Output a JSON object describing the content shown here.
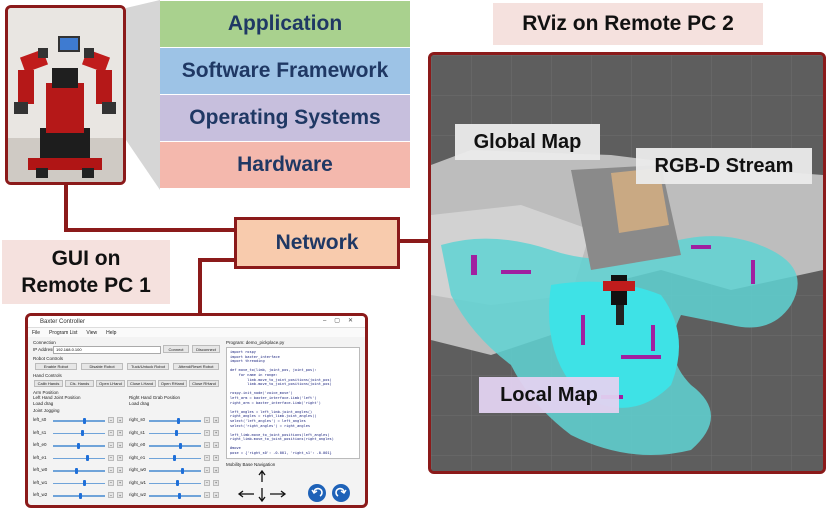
{
  "layers": [
    "Application",
    "Software Framework",
    "Operating Systems",
    "Hardware"
  ],
  "network_label": "Network",
  "gui_label": "GUI on\nRemote PC 1",
  "rviz_label": "RViz on Remote PC 2",
  "rviz_overlays": {
    "global_map": "Global Map",
    "rgbd": "RGB-D Stream",
    "local_map": "Local Map"
  },
  "gui": {
    "title": "Baxter Controller",
    "menu": [
      "File",
      "Program List",
      "View",
      "Help"
    ],
    "connection_label": "Connection",
    "ip_label": "IP Address:",
    "ip_value": "192.168.0.100",
    "connect": "Connect",
    "disconnect": "Disconnect",
    "robot_controls": "Robot Controls",
    "robot_buttons": [
      "Enable Robot",
      "Disable Robot",
      "Tuck/Untuck Robot",
      "Attend/Reset Robot"
    ],
    "hand_controls": "Hand Controls",
    "hand_buttons": [
      "Calib Hands",
      "Cls. Hands",
      "Open LHand",
      "Close LHand",
      "Open RHand",
      "Close RHand"
    ],
    "arm_position": "Arm Position",
    "left_label": "Left Hand Joint Position",
    "right_label": "Right Hand Grab Position",
    "load_left": "Load drag",
    "load_right": "Load drag",
    "joint_jogging": "Joint Jogging",
    "left_joints": [
      "left_s0",
      "left_s1",
      "left_e0",
      "left_e1",
      "left_w0",
      "left_w1",
      "left_w2"
    ],
    "right_joints": [
      "right_s0",
      "right_s1",
      "right_e0",
      "right_e1",
      "right_w0",
      "right_w1",
      "right_w2"
    ],
    "program_header": "Program: demo_pickplace.py",
    "code_lines": [
      "import rospy",
      "import baxter_interface",
      "import threading",
      "",
      "def move_to(limb, joint_pos, joint_pos):",
      "    for name in range:",
      "        limb.move_to_joint_positions(joint_pos)",
      "        limb.move_to_joint_positions(joint_pos)",
      "",
      "rospy.init_node('voice_move')",
      "left_arm = baxter_interface.Limb('left')",
      "right_arm = baxter_interface.Limb('right')",
      "",
      "left_angles = left_limb.joint_angles()",
      "right_angles = right_limb.joint_angles()",
      "select('left_angles') = left_angles",
      "select('right_angles') = right_angles",
      "",
      "left_limb.move_to_joint_positions(left_angles)",
      "right_limb.move_to_joint_positions(right_angles)",
      "",
      "#move",
      "pose = {'right_s0': -0.001, 'right_s1': -0.001}"
    ],
    "mobility_label": "Mobility Base Navigation"
  }
}
